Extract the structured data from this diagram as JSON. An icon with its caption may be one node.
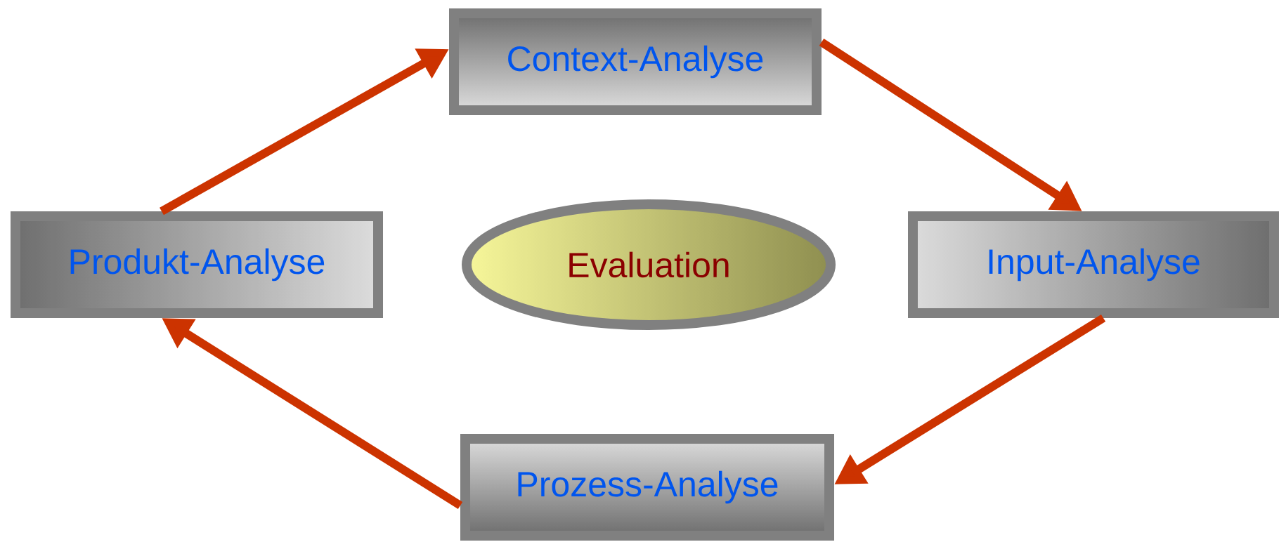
{
  "diagram": {
    "nodes": [
      {
        "text": [
          "Context-Analyse"
        ]
      },
      {
        "text": [
          "Produkt-Analyse"
        ]
      },
      {
        "text": [
          "Evaluation"
        ]
      },
      {
        "text": [
          "Input-Analyse"
        ]
      },
      {
        "text": [
          "Prozess-Analyse"
        ]
      }
    ],
    "edges": [
      {
        "from": 1,
        "to": 0,
        "arrow": "to"
      },
      {
        "from": 0,
        "to": 3,
        "arrow": "to"
      },
      {
        "from": 3,
        "to": 4,
        "arrow": "to"
      },
      {
        "from": 4,
        "to": 1,
        "arrow": "to"
      }
    ]
  }
}
